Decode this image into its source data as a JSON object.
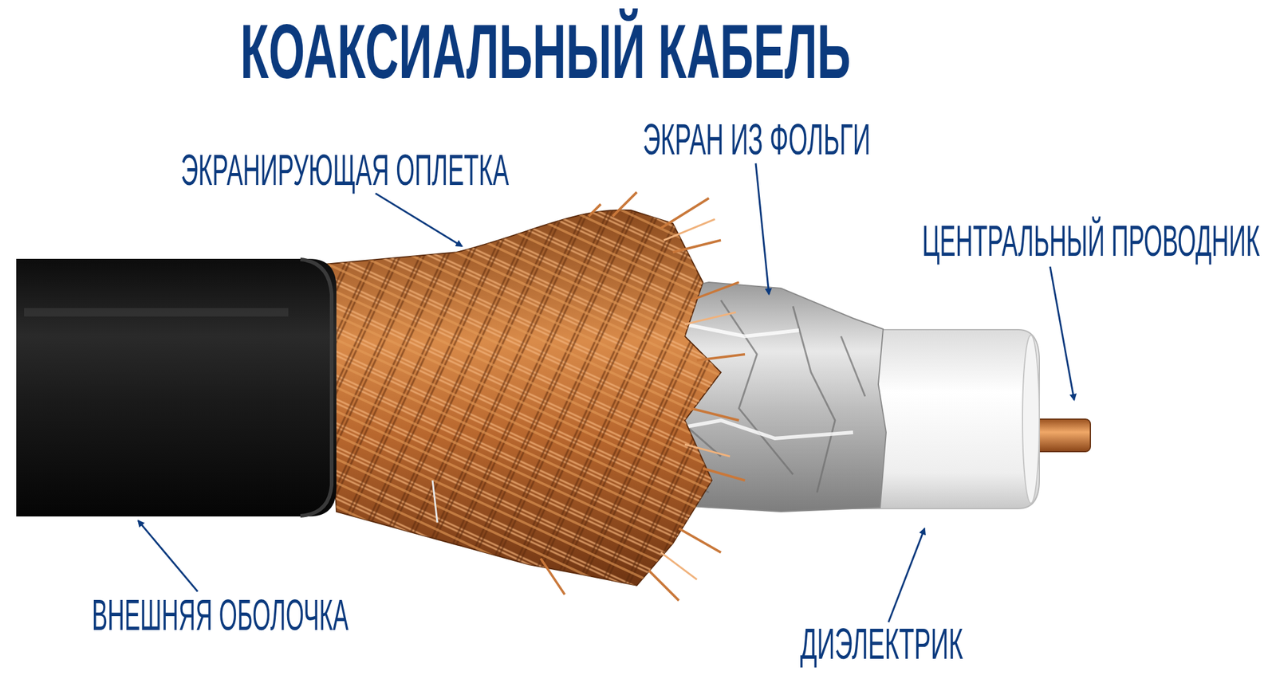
{
  "diagram": {
    "title": "КОАКСИАЛЬНЫЙ КАБЕЛЬ",
    "labels": [
      "ЭКРАН ИЗ ФОЛЬГИ",
      "ЭКРАНИРУЮЩАЯ ОПЛЕТКА",
      "ЦЕНТРАЛЬНЫЙ ПРОВОДНИК",
      "ВНЕШНЯЯ ОБОЛОЧКА",
      "ДИЭЛЕКТРИК"
    ]
  }
}
